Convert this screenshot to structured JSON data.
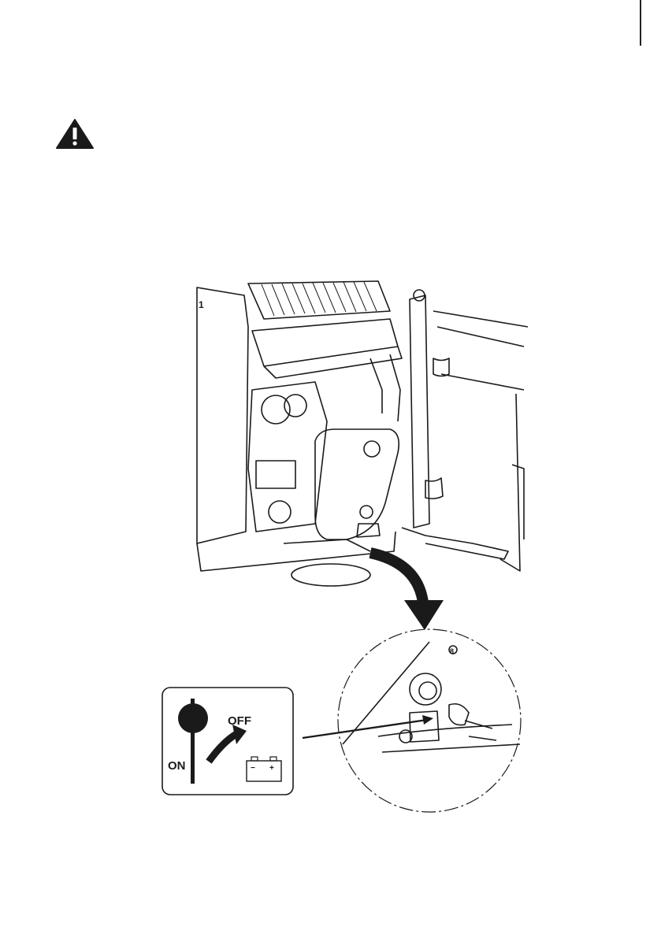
{
  "warning": {
    "icon": "warning-triangle-icon"
  },
  "switch_panel": {
    "on_label": "ON",
    "off_label": "OFF",
    "battery_minus": "−",
    "battery_plus": "+",
    "icons": [
      "battery-icon",
      "rotate-arrow-icon",
      "knob-icon"
    ]
  },
  "illustration": {
    "callout_number": "1",
    "zoom_callout_number": "8"
  },
  "colors": {
    "ink": "#1a1a1a",
    "paper": "#ffffff"
  }
}
